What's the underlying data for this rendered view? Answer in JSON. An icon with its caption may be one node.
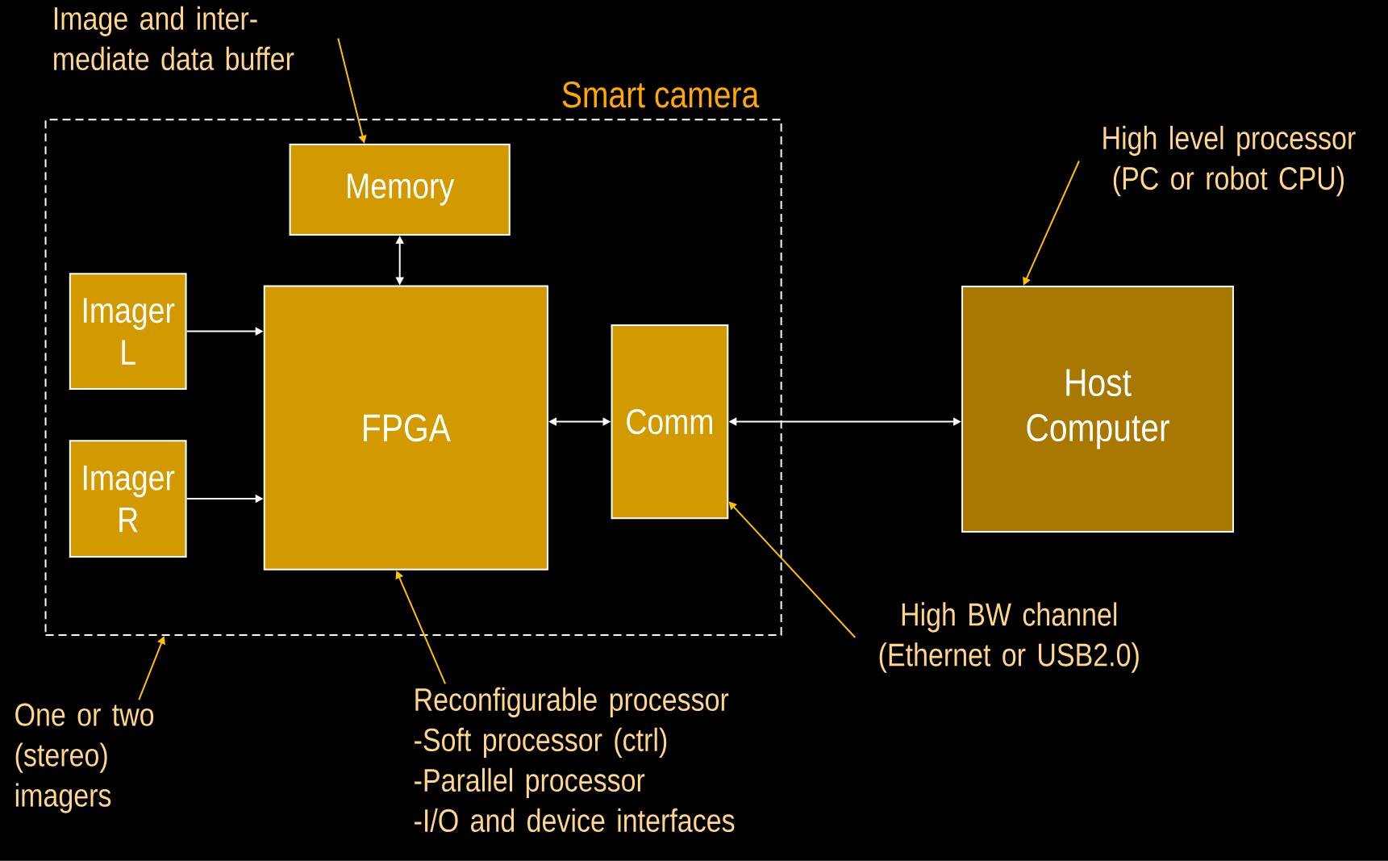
{
  "diagram": {
    "nodes": [
      {
        "text": [
          "Smart camera"
        ]
      },
      {
        "text": [
          "Memory"
        ],
        "in": 0
      },
      {
        "text": [
          "Imager L"
        ],
        "in": 0
      },
      {
        "text": [
          "Imager R"
        ],
        "in": 0
      },
      {
        "text": [
          "FPGA"
        ],
        "in": 0
      },
      {
        "text": [
          "Comm"
        ],
        "in": 0
      },
      {
        "text": [
          "Host Computer"
        ]
      },
      {
        "text": [
          "Image and inter- mediate data buffer"
        ]
      },
      {
        "text": [
          "High level processor (PC or robot CPU)"
        ]
      },
      {
        "text": [
          "One or two (stereo) imagers"
        ]
      },
      {
        "text": [
          "Reconfigurable processor",
          "-Soft processor (ctrl)",
          "-Parallel processor",
          "-I/O and device interfaces"
        ]
      },
      {
        "text": [
          "High BW channel (Ethernet or USB2.0)"
        ]
      }
    ],
    "edges": [
      {
        "from": 1,
        "to": 4,
        "arrow": "both"
      },
      {
        "from": 2,
        "to": 4,
        "arrow": "to"
      },
      {
        "from": 3,
        "to": 4,
        "arrow": "to"
      },
      {
        "from": 4,
        "to": 5,
        "arrow": "both"
      },
      {
        "from": 5,
        "to": 6,
        "arrow": "both"
      },
      {
        "from": 7,
        "to": 1,
        "arrow": "to",
        "color": "#ffc000"
      },
      {
        "from": 8,
        "to": 6,
        "arrow": "to",
        "color": "#ffc000"
      },
      {
        "from": 9,
        "to": 0,
        "arrow": "to",
        "color": "#ffc000"
      },
      {
        "from": 10,
        "to": 4,
        "arrow": "to",
        "color": "#ffc000"
      },
      {
        "from": 11,
        "to": 5,
        "arrow": "to",
        "color": "#ffc000"
      }
    ]
  }
}
